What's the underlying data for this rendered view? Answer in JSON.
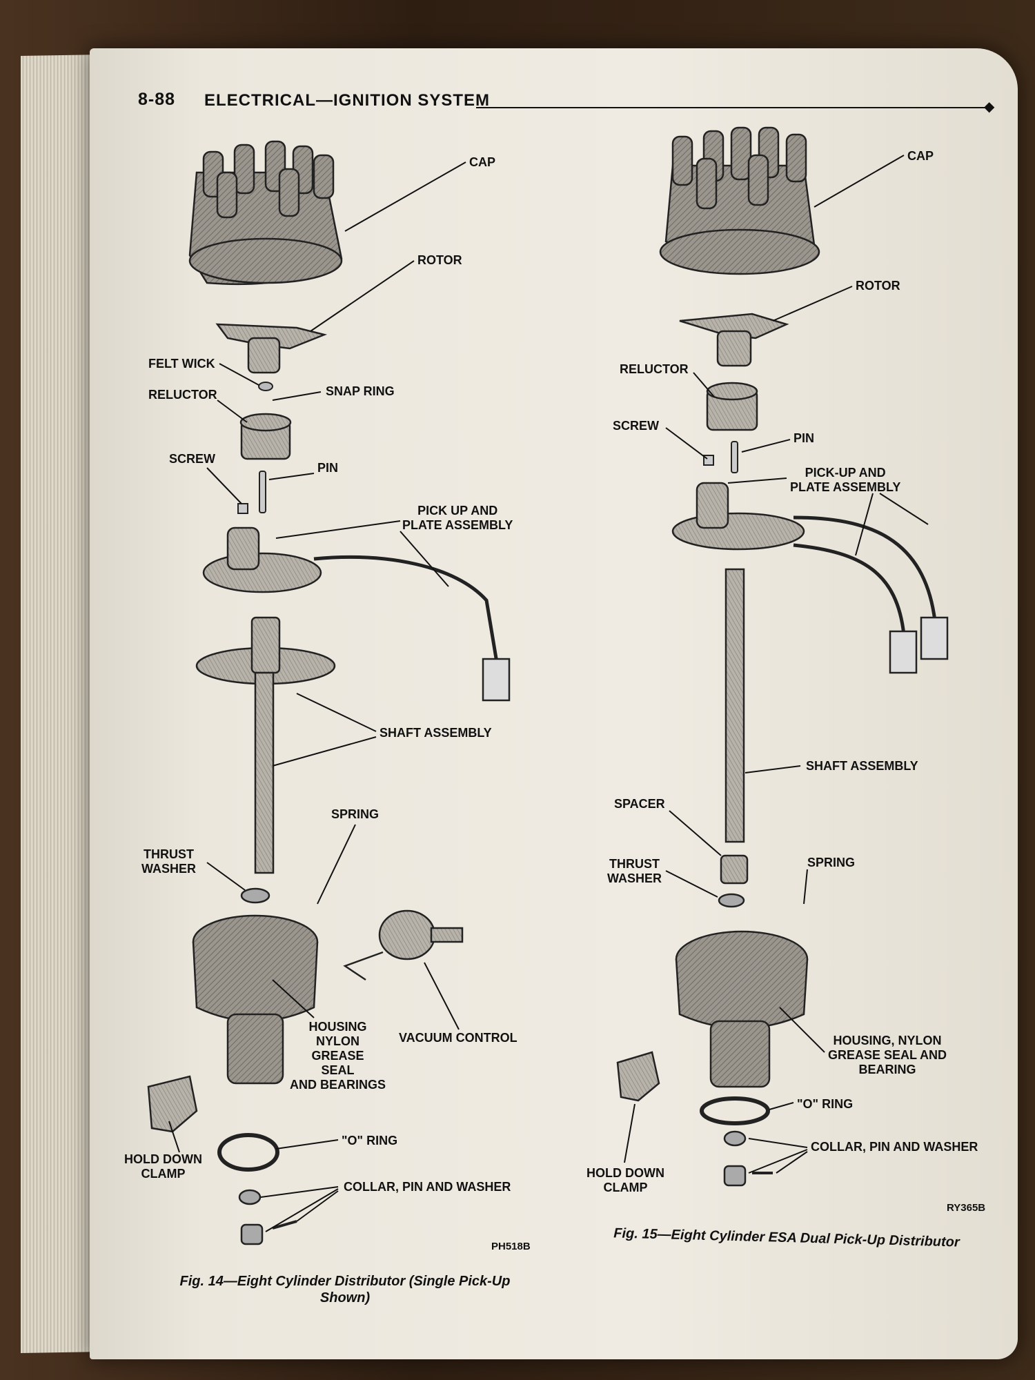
{
  "header": {
    "page_number": "8-88",
    "section_title": "ELECTRICAL—IGNITION SYSTEM"
  },
  "fig14": {
    "labels": {
      "cap": "CAP",
      "rotor": "ROTOR",
      "felt_wick": "FELT WICK",
      "snap_ring": "SNAP RING",
      "reluctor": "RELUCTOR",
      "screw": "SCREW",
      "pin": "PIN",
      "pickup": "PICK UP AND\nPLATE ASSEMBLY",
      "shaft": "SHAFT ASSEMBLY",
      "spring": "SPRING",
      "thrust_washer": "THRUST\nWASHER",
      "housing": "HOUSING\nNYLON\nGREASE\nSEAL\nAND BEARINGS",
      "vacuum": "VACUUM CONTROL",
      "hold_down": "HOLD DOWN\nCLAMP",
      "o_ring": "\"O\" RING",
      "collar": "COLLAR, PIN AND WASHER"
    },
    "code": "PH518B",
    "caption": "Fig. 14—Eight Cylinder Distributor (Single Pick-Up Shown)"
  },
  "fig15": {
    "labels": {
      "cap": "CAP",
      "rotor": "ROTOR",
      "reluctor": "RELUCTOR",
      "screw": "SCREW",
      "pin": "PIN",
      "pickup": "PICK-UP AND\nPLATE ASSEMBLY",
      "shaft": "SHAFT ASSEMBLY",
      "spacer": "SPACER",
      "thrust_washer": "THRUST\nWASHER",
      "spring": "SPRING",
      "housing": "HOUSING, NYLON\nGREASE SEAL AND\nBEARING",
      "o_ring": "\"O\" RING",
      "collar": "COLLAR, PIN AND WASHER",
      "hold_down": "HOLD DOWN\nCLAMP"
    },
    "code": "RY365B",
    "caption": "Fig. 15—Eight Cylinder ESA Dual Pick-Up Distributor"
  }
}
